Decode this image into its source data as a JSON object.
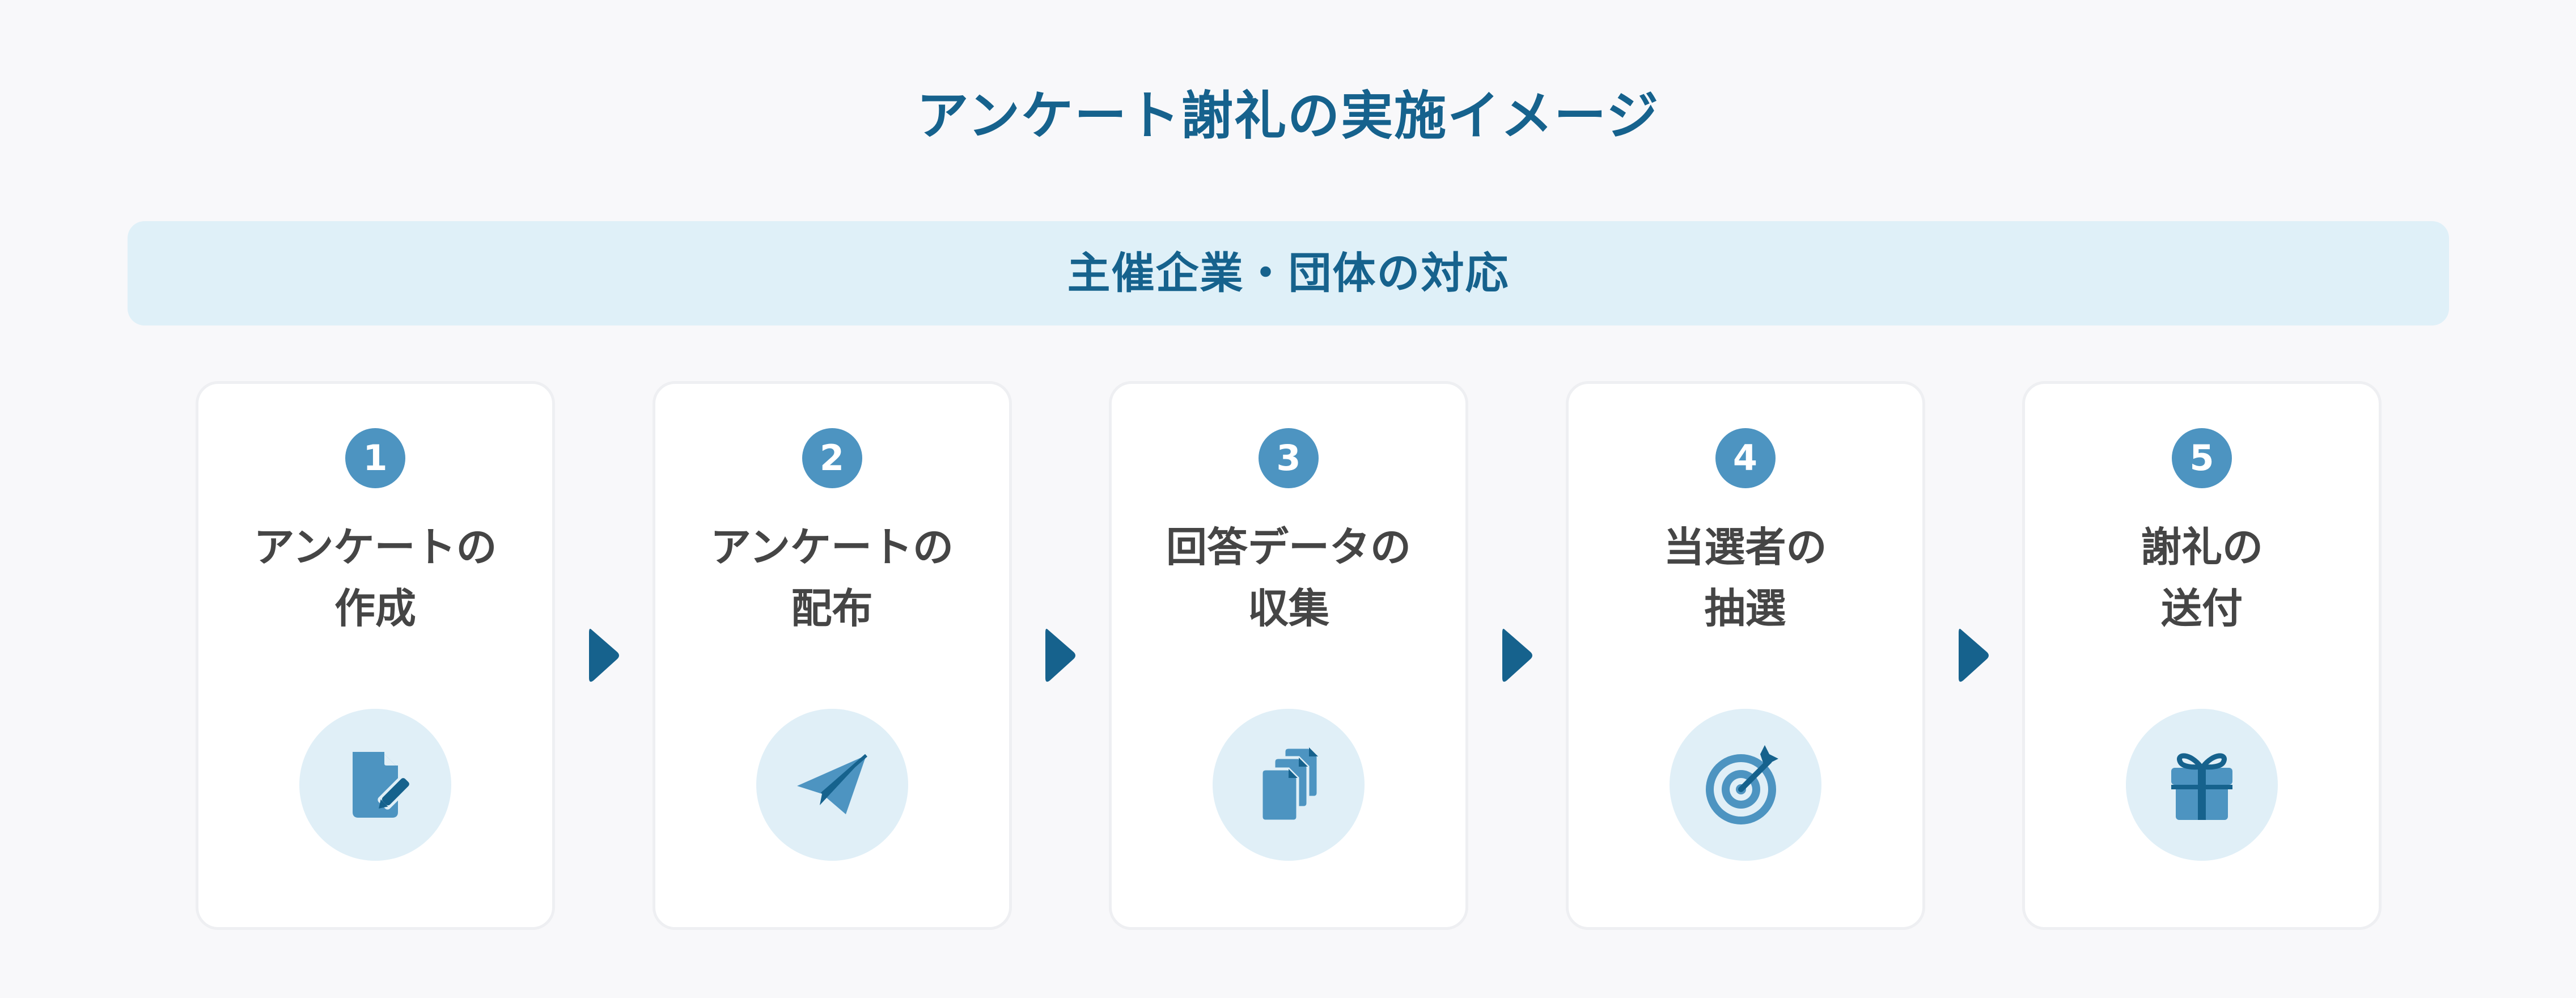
{
  "title": "アンケート謝礼の実施イメージ",
  "banner": "主催企業・団体の対応",
  "steps": [
    {
      "number": "1",
      "line1": "アンケートの",
      "line2": "作成",
      "icon": "document-edit-icon"
    },
    {
      "number": "2",
      "line1": "アンケートの",
      "line2": "配布",
      "icon": "paper-plane-icon"
    },
    {
      "number": "3",
      "line1": "回答データの",
      "line2": "収集",
      "icon": "documents-stack-icon"
    },
    {
      "number": "4",
      "line1": "当選者の",
      "line2": "抽選",
      "icon": "target-arrow-icon"
    },
    {
      "number": "5",
      "line1": "謝礼の",
      "line2": "送付",
      "icon": "gift-icon"
    }
  ],
  "colors": {
    "background": "#f8f8fa",
    "accent_dark": "#16628d",
    "accent": "#4d94c1",
    "banner_bg": "#dff0f8",
    "icon_bg": "#e0eff7",
    "text": "#454545"
  }
}
